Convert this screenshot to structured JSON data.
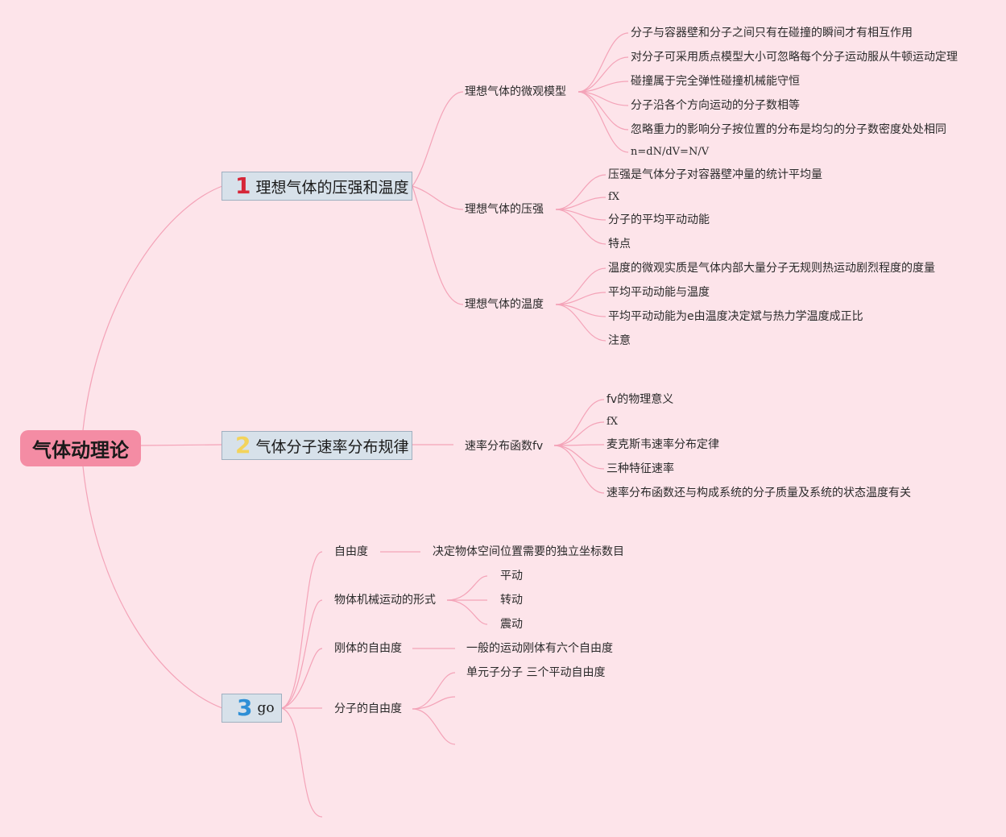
{
  "root": {
    "label": "气体动理论"
  },
  "branches": [
    {
      "number": "1",
      "number_color": "#d62638",
      "label": "理想气体的压强和温度",
      "children": [
        {
          "label": "理想气体的微观模型",
          "children": [
            "分子与容器壁和分子之间只有在碰撞的瞬间才有相互作用",
            "对分子可采用质点模型大小可忽略每个分子运动服从牛顿运动定理",
            "碰撞属于完全弹性碰撞机械能守恒",
            "分子沿各个方向运动的分子数相等",
            "忽略重力的影响分子按位置的分布是均匀的分子数密度处处相同",
            "n=dN/dV=N/V"
          ]
        },
        {
          "label": "理想气体的压强",
          "children": [
            "压强是气体分子对容器壁冲量的统计平均量",
            "fX",
            "分子的平均平动动能",
            "特点"
          ]
        },
        {
          "label": "理想气体的温度",
          "children": [
            "温度的微观实质是气体内部大量分子无规则热运动剧烈程度的度量",
            "平均平动动能与温度",
            "平均平动动能为e由温度决定斌与热力学温度成正比",
            "注意"
          ]
        }
      ]
    },
    {
      "number": "2",
      "number_color": "#f3d35a",
      "label": "气体分子速率分布规律",
      "children": [
        {
          "label": "速率分布函数fv",
          "children": [
            "fv的物理意义",
            "fX",
            "麦克斯韦速率分布定律",
            "三种特征速率",
            "速率分布函数还与构成系统的分子质量及系统的状态温度有关"
          ]
        }
      ]
    },
    {
      "number": "3",
      "number_color": "#2f8fd6",
      "label": "go",
      "children": [
        {
          "label": "自由度",
          "children": [
            "决定物体空间位置需要的独立坐标数目"
          ]
        },
        {
          "label": "物体机械运动的形式",
          "children": [
            "平动",
            "转动",
            "震动"
          ]
        },
        {
          "label": "刚体的自由度",
          "children": [
            "一般的运动刚体有六个自由度"
          ]
        },
        {
          "label": "分子的自由度",
          "children": [
            "单元子分子 三个平动自由度",
            "",
            ""
          ]
        }
      ]
    }
  ]
}
